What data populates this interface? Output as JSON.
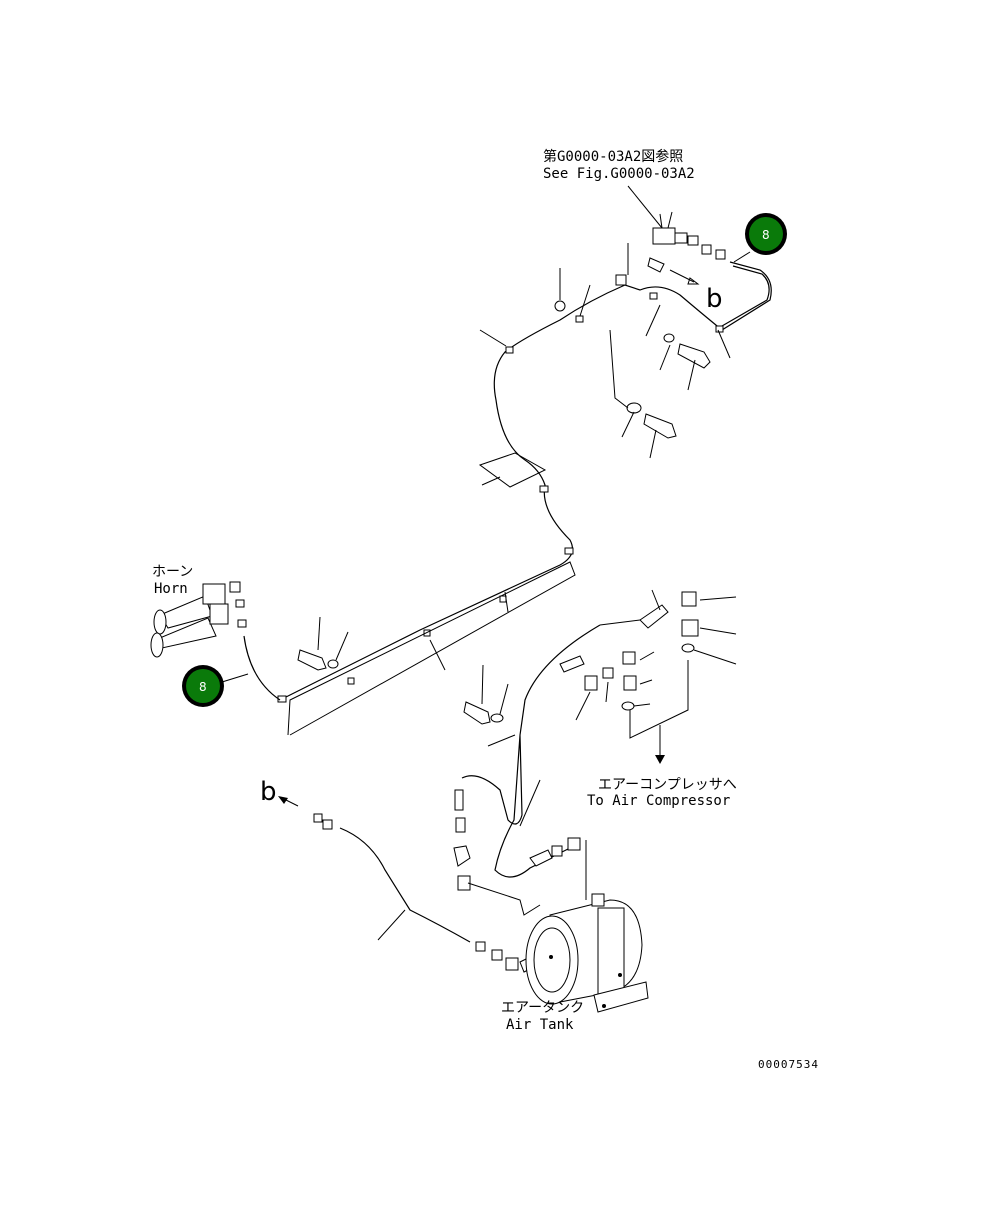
{
  "references": {
    "fig_ref_jp": "第G0000-03A2図参照",
    "fig_ref_en": "See Fig.G0000-03A2"
  },
  "labels": {
    "horn_jp": "ホーン",
    "horn_en": "Horn",
    "compressor_jp": "エアーコンプレッサへ",
    "compressor_en": "To Air Compressor",
    "tank_jp": "エアータンク",
    "tank_en": "Air Tank",
    "connector_b_top": "b",
    "connector_b_left": "b"
  },
  "callouts": [
    {
      "number": "8",
      "color": "#0a7a0a"
    },
    {
      "number": "8",
      "color": "#0a7a0a"
    }
  ],
  "drawing_number": "00007534"
}
